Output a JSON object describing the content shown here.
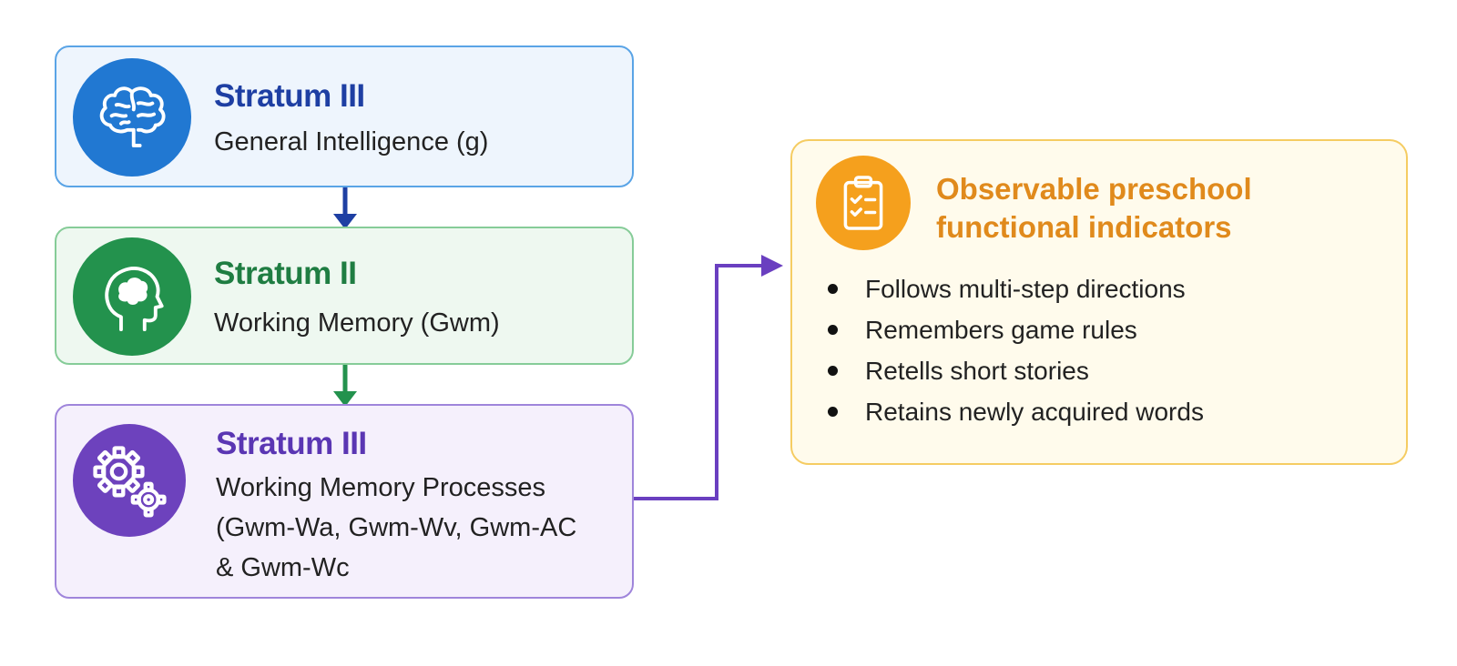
{
  "stratum_general": {
    "icon": "brain-icon",
    "title": "Stratum III",
    "subtitle": "General Intelligence (g)",
    "color": "#1e3fa3",
    "circle_color": "#2178d2"
  },
  "stratum_working_memory": {
    "icon": "head-brain-icon",
    "title": "Stratum II",
    "subtitle": "Working Memory (Gwm)",
    "color": "#1f7d42",
    "circle_color": "#23924d"
  },
  "stratum_processes": {
    "icon": "gears-icon",
    "title": "Stratum III",
    "subtitle_lines": [
      "Working Memory Processes",
      "(Gwm-Wa, Gwm-Wv, Gwm-AC",
      "& Gwm-Wc"
    ],
    "color": "#5a36b3",
    "circle_color": "#6d42bd"
  },
  "indicators": {
    "icon": "clipboard-checklist-icon",
    "title_lines": [
      "Observable preschool",
      "functional indicators"
    ],
    "color": "#e08a1c",
    "items": [
      "Follows multi-step directions",
      "Remembers game rules",
      "Retells short stories",
      "Retains newly acquired words"
    ]
  }
}
